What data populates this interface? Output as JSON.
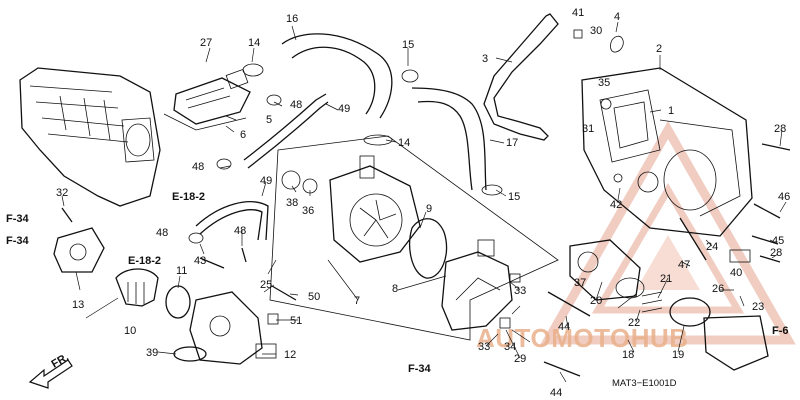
{
  "diagram": {
    "part_numbers": [
      "1",
      "2",
      "3",
      "4",
      "5",
      "6",
      "7",
      "8",
      "9",
      "10",
      "11",
      "12",
      "13",
      "14",
      "14",
      "15",
      "15",
      "16",
      "17",
      "18",
      "19",
      "20",
      "21",
      "22",
      "23",
      "24",
      "25",
      "26",
      "27",
      "28",
      "28",
      "29",
      "30",
      "31",
      "32",
      "33",
      "33",
      "34",
      "35",
      "36",
      "37",
      "38",
      "39",
      "40",
      "41",
      "42",
      "43",
      "44",
      "44",
      "45",
      "46",
      "47",
      "48",
      "48",
      "48",
      "48",
      "49",
      "49",
      "50",
      "51"
    ],
    "references": [
      "E-18-2",
      "E-18-2",
      "F-34",
      "F-34",
      "F-34",
      "F-6",
      "FR."
    ],
    "drawing_code": "MAT3−E1001D"
  },
  "watermark": {
    "text": "AUTOMOTOHUB",
    "color": "#e03a3a"
  }
}
